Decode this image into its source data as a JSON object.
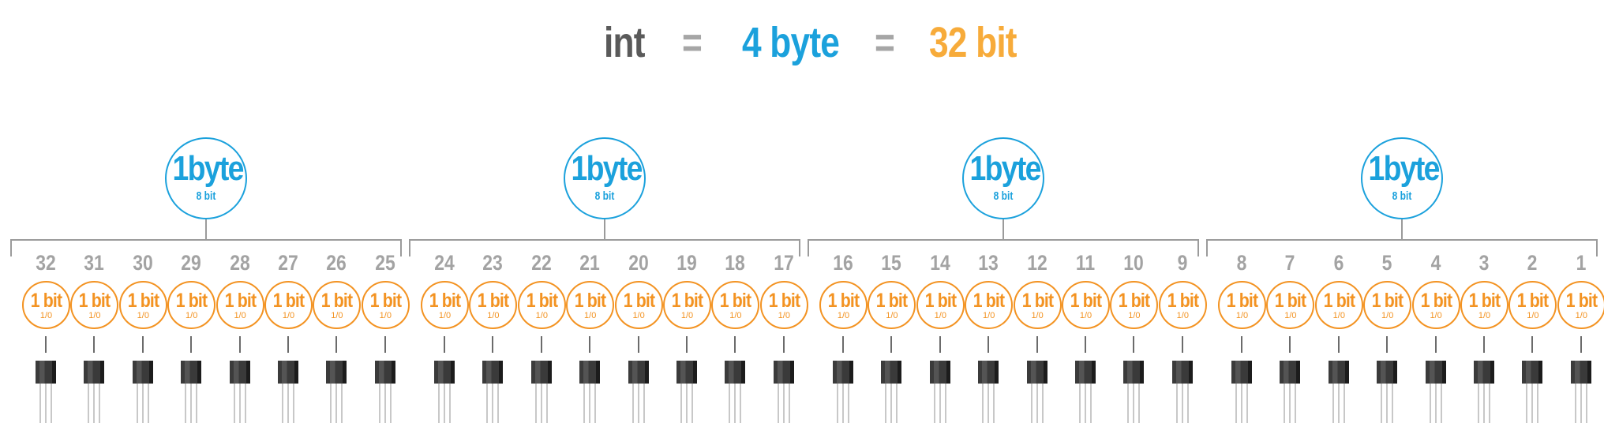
{
  "title": {
    "type_name": "int",
    "equals": "=",
    "bytes": "4 byte",
    "bits": "32 bit",
    "colors": {
      "type": "#5a5a5a",
      "equals": "#a6a6a6",
      "bytes": "#1ba1dc",
      "bits": "#f7ab3a"
    }
  },
  "groups": [
    {
      "label": "1byte",
      "sub": "8 bit",
      "bit_numbers": [
        "32",
        "31",
        "30",
        "29",
        "28",
        "27",
        "26",
        "25"
      ]
    },
    {
      "label": "1byte",
      "sub": "8 bit",
      "bit_numbers": [
        "24",
        "23",
        "22",
        "21",
        "20",
        "19",
        "18",
        "17"
      ]
    },
    {
      "label": "1byte",
      "sub": "8 bit",
      "bit_numbers": [
        "16",
        "15",
        "14",
        "13",
        "12",
        "11",
        "10",
        "9"
      ]
    },
    {
      "label": "1byte",
      "sub": "8 bit",
      "bit_numbers": [
        "8",
        "7",
        "6",
        "5",
        "4",
        "3",
        "2",
        "1"
      ]
    }
  ],
  "bit": {
    "label": "1 bit",
    "sub": "1/0"
  },
  "icons": {
    "component": "transistor-icon"
  }
}
